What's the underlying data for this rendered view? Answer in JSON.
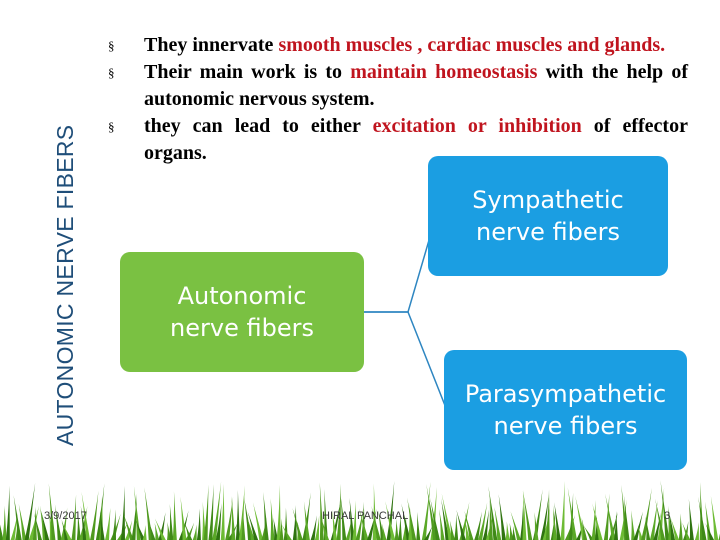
{
  "side_title": "AUTONOMIC NERVE FIBERS",
  "bullets": [
    {
      "marker": "§",
      "text_a": "They innervate ",
      "text_b": "smooth muscles , cardiac muscles and glands.",
      "text_c": ""
    },
    {
      "marker": "§",
      "text_a": "Their main work is to ",
      "text_b": "maintain homeostasis",
      "text_c": " with the help of autonomic nervous system."
    },
    {
      "marker": "§",
      "text_a": "they can lead to either ",
      "text_b": "excitation or inhibition",
      "text_c": " of effector organs."
    }
  ],
  "diagram": {
    "center": {
      "line1": "Autonomic",
      "line2": "nerve fibers",
      "color": "#7ac142"
    },
    "top": {
      "line1": "Sympathetic",
      "line2": "nerve fibers",
      "color": "#1b9ee2"
    },
    "bottom": {
      "line1": "Parasympathetic",
      "line2": "nerve fibers",
      "color": "#1b9ee2"
    }
  },
  "footer": {
    "date": "3/9/2017",
    "author": "HIRAL PANCHAL",
    "page": "3"
  },
  "colors": {
    "title": "#1f4e79",
    "highlight": "#c0141e",
    "grass": "#4f9a1f"
  }
}
